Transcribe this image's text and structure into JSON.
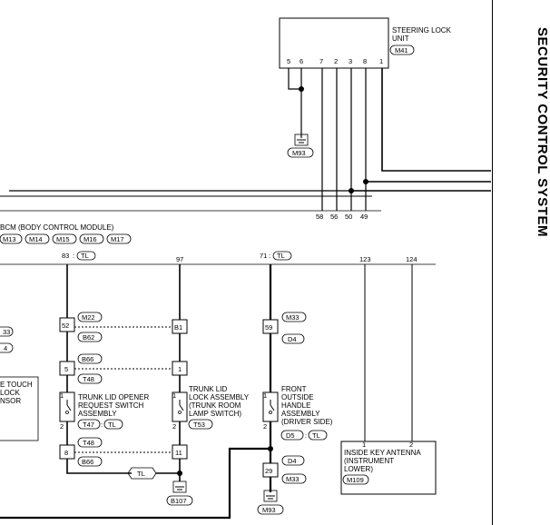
{
  "page": {
    "side_title": "SECURITY CONTROL SYSTEM"
  },
  "steering_lock": {
    "name_1": "STEERING LOCK",
    "name_2": "UNIT",
    "connector": "M41",
    "pins": [
      "5",
      "6",
      "7",
      "2",
      "3",
      "8",
      "1"
    ]
  },
  "ground_m93_top": {
    "connector": "M93"
  },
  "bcm_bottom_pins": [
    "58",
    "56",
    "50",
    "49"
  ],
  "bcm": {
    "name": "BCM (BODY CONTROL MODULE)",
    "connectors": [
      "M13",
      "M14",
      "M15",
      "M16",
      "M17"
    ],
    "pin_83": "83",
    "pin_83_conn": "TL",
    "pin_97": "97",
    "pin_71": "71",
    "pin_71_conn": "TL",
    "pin_123": "123",
    "pin_124": "124"
  },
  "left_partial": {
    "c1": "33",
    "c2": "4",
    "label_1": "E TOUCH",
    "label_2": "LOCK",
    "label_3": "NSOR"
  },
  "left_column": {
    "pin_52": "52",
    "conn_m22": "M22",
    "conn_b62": "B62",
    "pin_5": "5",
    "conn_b66": "B66",
    "conn_t48": "T48",
    "pin_1": "1",
    "pin_2": "2",
    "pin_8": "8",
    "conn_t48b": "T48",
    "conn_b66b": "B66",
    "sw_label_1": "TRUNK LID OPENER",
    "sw_label_2": "REQUEST SWITCH",
    "sw_label_3": "ASSEMBLY",
    "sw_conn": "T47",
    "sw_conn_tl": "TL"
  },
  "middle_column": {
    "pin_b1": "B1",
    "pin_1": "1",
    "pin_1b": "1",
    "pin_2": "2",
    "pin_11": "11",
    "label_1": "TRUNK LID",
    "label_2": "LOCK ASSEMBLY",
    "label_3": "(TRUNK ROOM",
    "label_4": "LAMP SWITCH)",
    "conn": "T53",
    "wire_tl": "TL",
    "ground": "B107"
  },
  "right_column": {
    "pin_59": "59",
    "conn_m33": "M33",
    "conn_d4": "D4",
    "pin_1": "1",
    "pin_2": "2",
    "label_1": "FRONT",
    "label_2": "OUTSIDE",
    "label_3": "HANDLE",
    "label_4": "ASSEMBLY",
    "label_5": "(DRIVER SIDE)",
    "conn_d5": "D5",
    "conn_tl": "TL",
    "conn_d4b": "D4",
    "pin_29": "29",
    "conn_m33b": "M33",
    "ground": "M93"
  },
  "antenna": {
    "pin_1": "1",
    "pin_2": "2",
    "label_1": "INSIDE KEY ANTENNA",
    "label_2": "(INSTRUMENT",
    "label_3": "LOWER)",
    "connector": "M109"
  }
}
